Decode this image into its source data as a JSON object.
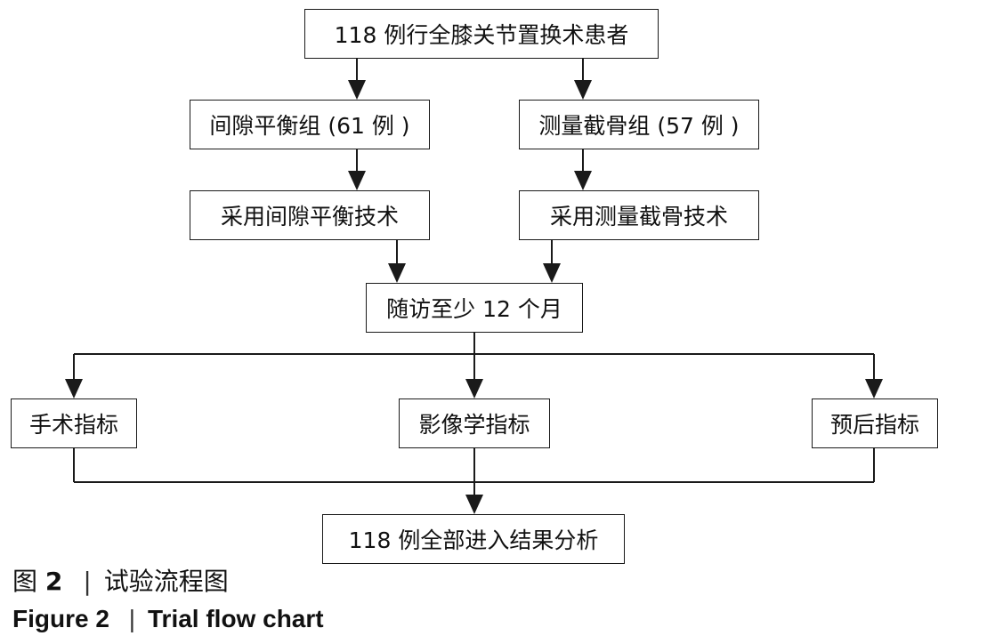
{
  "flowchart": {
    "start": "118 例行全膝关节置换术患者",
    "group_left": "间隙平衡组 (61 例 )",
    "group_right": "测量截骨组 (57 例 )",
    "method_left": "采用间隙平衡技术",
    "method_right": "采用测量截骨技术",
    "followup": "随访至少 12 个月",
    "outcome_left": "手术指标",
    "outcome_center": "影像学指标",
    "outcome_right": "预后指标",
    "final": "118 例全部进入结果分析"
  },
  "caption": {
    "cn_label": "图",
    "cn_number": "2",
    "cn_separator": "|",
    "cn_title": "试验流程图",
    "en_label": "Figure 2",
    "en_separator": "|",
    "en_title": "Trial flow chart"
  }
}
